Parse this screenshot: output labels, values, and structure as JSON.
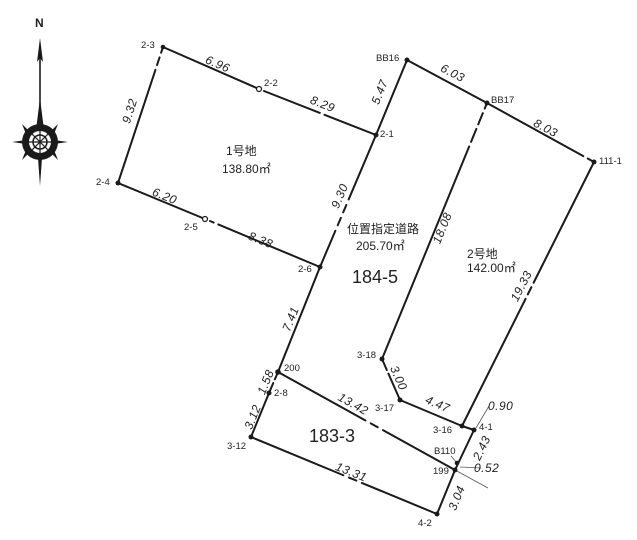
{
  "compass": {
    "label": "N"
  },
  "lots": {
    "lot1": {
      "name": "1号地",
      "area": "138.80㎡"
    },
    "lot2": {
      "name": "2号地",
      "area": "142.00㎡"
    },
    "road": {
      "name": "位置指定道路",
      "area": "205.70㎡",
      "parcel": "184-5"
    },
    "lot183": {
      "parcel": "183-3"
    }
  },
  "points": {
    "p2_3": "2-3",
    "p2_2": "2-2",
    "p2_1": "2-1",
    "p2_4": "2-4",
    "p2_5": "2-5",
    "p2_6": "2-6",
    "bb16": "BB16",
    "bb17": "BB17",
    "p111_1": "111-1",
    "p200": "200",
    "p2_8": "2-8",
    "p3_12": "3-12",
    "p3_18": "3-18",
    "p3_17": "3-17",
    "p3_16": "3-16",
    "p4_1": "4-1",
    "b110": "B110",
    "p199": "199",
    "p4_2": "4-2"
  },
  "dimensions": {
    "d696": "6.96",
    "d829": "8.29",
    "d932": "9.32",
    "d620": "6.20",
    "d838": "8.38",
    "d547": "5.47",
    "d930": "9.30",
    "d603": "6.03",
    "d803": "8.03",
    "d1808": "18.08",
    "d1933": "19.33",
    "d741": "7.41",
    "d158": "1.58",
    "d312": "3.12",
    "d1342": "13.42",
    "d300": "3.00",
    "d447": "4.47",
    "d090": "0.90",
    "d243": "2.43",
    "d052": "0.52",
    "d304": "3.04",
    "d1331": "13.31"
  }
}
